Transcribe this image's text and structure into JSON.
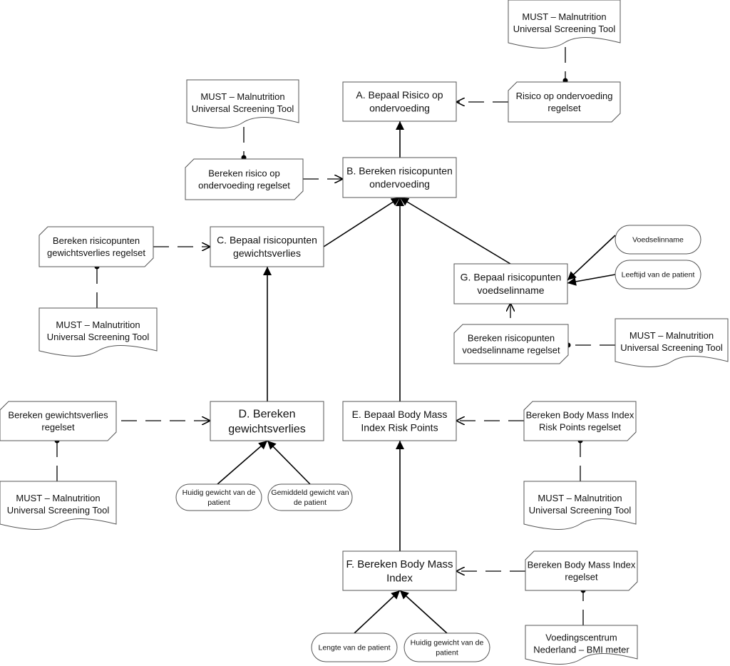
{
  "decisions": {
    "a": [
      "A. Bepaal Risico op",
      "ondervoeding"
    ],
    "b": [
      "B. Bereken risicopunten",
      "ondervoeding"
    ],
    "c": [
      "C. Bepaal risicopunten",
      "gewichtsverlies"
    ],
    "d": [
      "D. Bereken",
      "gewichtsverlies"
    ],
    "e": [
      "E. Bepaal Body Mass",
      "Index Risk Points"
    ],
    "f": [
      "F. Bereken Body Mass",
      "Index"
    ],
    "g": [
      "G. Bepaal risicopunten",
      "voedselinname"
    ]
  },
  "knowledge": {
    "a": [
      "Risico op ondervoeding",
      "regelset"
    ],
    "b": [
      "Bereken risico op",
      "ondervoeding regelset"
    ],
    "c": [
      "Bereken risicopunten",
      "gewichtsverlies regelset"
    ],
    "d": [
      "Bereken gewichtsverlies",
      "regelset"
    ],
    "e": [
      "Bereken Body Mass Index",
      "Risk Points regelset"
    ],
    "f": [
      "Bereken Body Mass Index",
      "regelset"
    ],
    "g": [
      "Bereken risicopunten",
      "voedselinname regelset"
    ]
  },
  "sources": {
    "must": [
      "MUST – Malnutrition",
      "Universal Screening Tool"
    ],
    "bmi": [
      "Voedingscentrum",
      "Nederland – BMI meter"
    ]
  },
  "inputs": {
    "voedselinname": [
      "Voedselinname"
    ],
    "leeftijd": [
      "Leeftijd van de patient"
    ],
    "huidig": [
      "Huidig gewicht van de",
      "patient"
    ],
    "gemiddeld": [
      "Gemiddeld gewicht van",
      "de patient"
    ],
    "lengte": [
      "Lengte van de patient"
    ]
  }
}
